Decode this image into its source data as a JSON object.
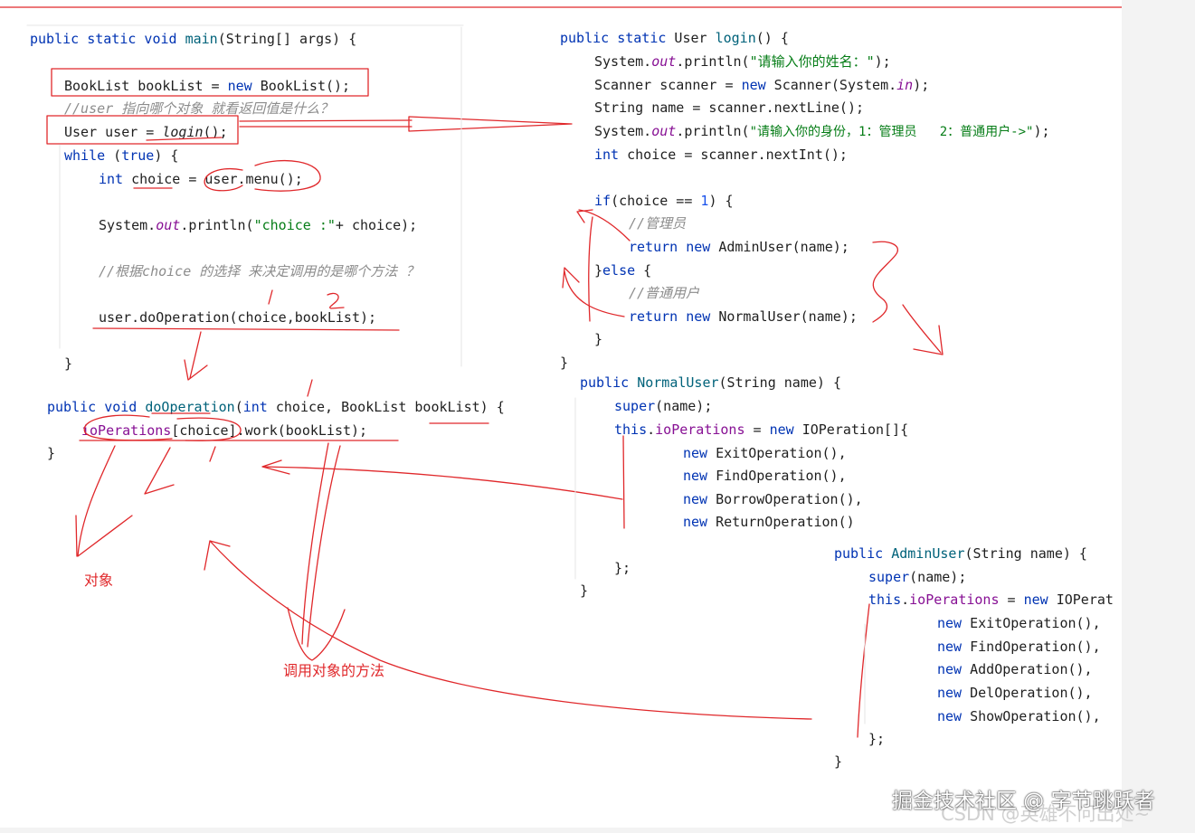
{
  "left": {
    "main_sig": {
      "kw": "public static void",
      "name": "main",
      "rest": "(String[] args) {"
    },
    "booklist_line": {
      "a": "BookList bookList = ",
      "kw": "new",
      "b": " BookList();"
    },
    "user_comment": "//user 指向哪个对象 就看返回值是什么？",
    "login_line": {
      "a": "User user = ",
      "call": "login",
      "b": "();"
    },
    "while_line": {
      "kw": "while",
      "a": " (",
      "kw2": "true",
      "b": ") {"
    },
    "choice_line": {
      "kw": "int",
      "a": " choice = user.menu();"
    },
    "print_line": {
      "a": "System.",
      "field": "out",
      "b": ".println(",
      "str": "\"choice :\"",
      "c": "+ choice);"
    },
    "choice_comment": "//根据choice 的选择 来决定调用的是哪个方法 ？",
    "doop_line": "user.doOperation(choice,bookList);",
    "close_brace": "}",
    "doop_sig": {
      "kw": "public void",
      "name": "doOperation",
      "a": "(",
      "kw2": "int",
      "b": " choice, BookList bookList) {"
    },
    "iop_line": {
      "field": "ioPerations",
      "a": "[choice].work(bookList);"
    },
    "close_brace2": "}"
  },
  "login_method": {
    "sig": {
      "kw": "public static",
      "a": " User ",
      "name": "login",
      "b": "() {"
    },
    "print1": {
      "a": "System.",
      "field": "out",
      "b": ".println(",
      "str": "\"请输入你的姓名：\"",
      "c": ");"
    },
    "scanner": {
      "a": "Scanner scanner = ",
      "kw": "new",
      "b": " Scanner(System.",
      "field": "in",
      "c": ");"
    },
    "name_line": "String name = scanner.nextLine();",
    "print2": {
      "a": "System.",
      "field": "out",
      "b": ".println(",
      "str": "\"请输入你的身份，1：管理员   2：普通用户->\"",
      "c": ");"
    },
    "choice_line": {
      "kw": "int",
      "a": " choice = scanner.nextInt();"
    },
    "if_line": {
      "kw": "if",
      "a": "(choice == ",
      "num": "1",
      "b": ") {"
    },
    "admin_comment": "//管理员",
    "return_admin": {
      "kw": "return new",
      "a": " AdminUser(name);"
    },
    "else_line": {
      "a": "}",
      "kw": "else",
      "b": " {"
    },
    "normal_comment": "//普通用户",
    "return_normal": {
      "kw": "return new",
      "a": " NormalUser(name);"
    },
    "close_inner": "}",
    "close_outer": "}"
  },
  "normal_user": {
    "sig": {
      "kw": "public",
      "name": "NormalUser",
      "a": "(String name) {"
    },
    "super": {
      "kw": "super",
      "a": "(name);"
    },
    "this_line": {
      "kw": "this",
      "a": ".",
      "field": "ioPerations",
      "b": " = ",
      "kw2": "new",
      "c": " IOPeration[]{"
    },
    "items": [
      {
        "kw": "new",
        "a": " ExitOperation(),"
      },
      {
        "kw": "new",
        "a": " FindOperation(),"
      },
      {
        "kw": "new",
        "a": " BorrowOperation(),"
      },
      {
        "kw": "new",
        "a": " ReturnOperation()"
      }
    ],
    "close_array": "};",
    "close_brace": "}"
  },
  "admin_user": {
    "sig": {
      "kw": "public",
      "name": "AdminUser",
      "a": "(String name) {"
    },
    "super": {
      "kw": "super",
      "a": "(name);"
    },
    "this_line": {
      "kw": "this",
      "a": ".",
      "field": "ioPerations",
      "b": " = ",
      "kw2": "new",
      "c": " IOPerat"
    },
    "items": [
      {
        "kw": "new",
        "a": " ExitOperation(),"
      },
      {
        "kw": "new",
        "a": " FindOperation(),"
      },
      {
        "kw": "new",
        "a": " AddOperation(),"
      },
      {
        "kw": "new",
        "a": " DelOperation(),"
      },
      {
        "kw": "new",
        "a": " ShowOperation(),"
      }
    ],
    "close_array": "};",
    "close_brace": "}"
  },
  "annotations": {
    "object_label": "对象",
    "call_method_label": "调用对象的方法",
    "mark_1": "1",
    "mark_2": "2"
  },
  "watermark": {
    "juejin": "掘金技术社区 @ 字节跳跃者",
    "csdn": "CSDN @英雄不问出处~"
  },
  "colors": {
    "annotation_red": "#e0282b",
    "keyword_blue": "#0033b3",
    "string_green": "#067d17",
    "field_purple": "#871094",
    "method_teal": "#00627a",
    "comment_gray": "#8c8c8c"
  }
}
